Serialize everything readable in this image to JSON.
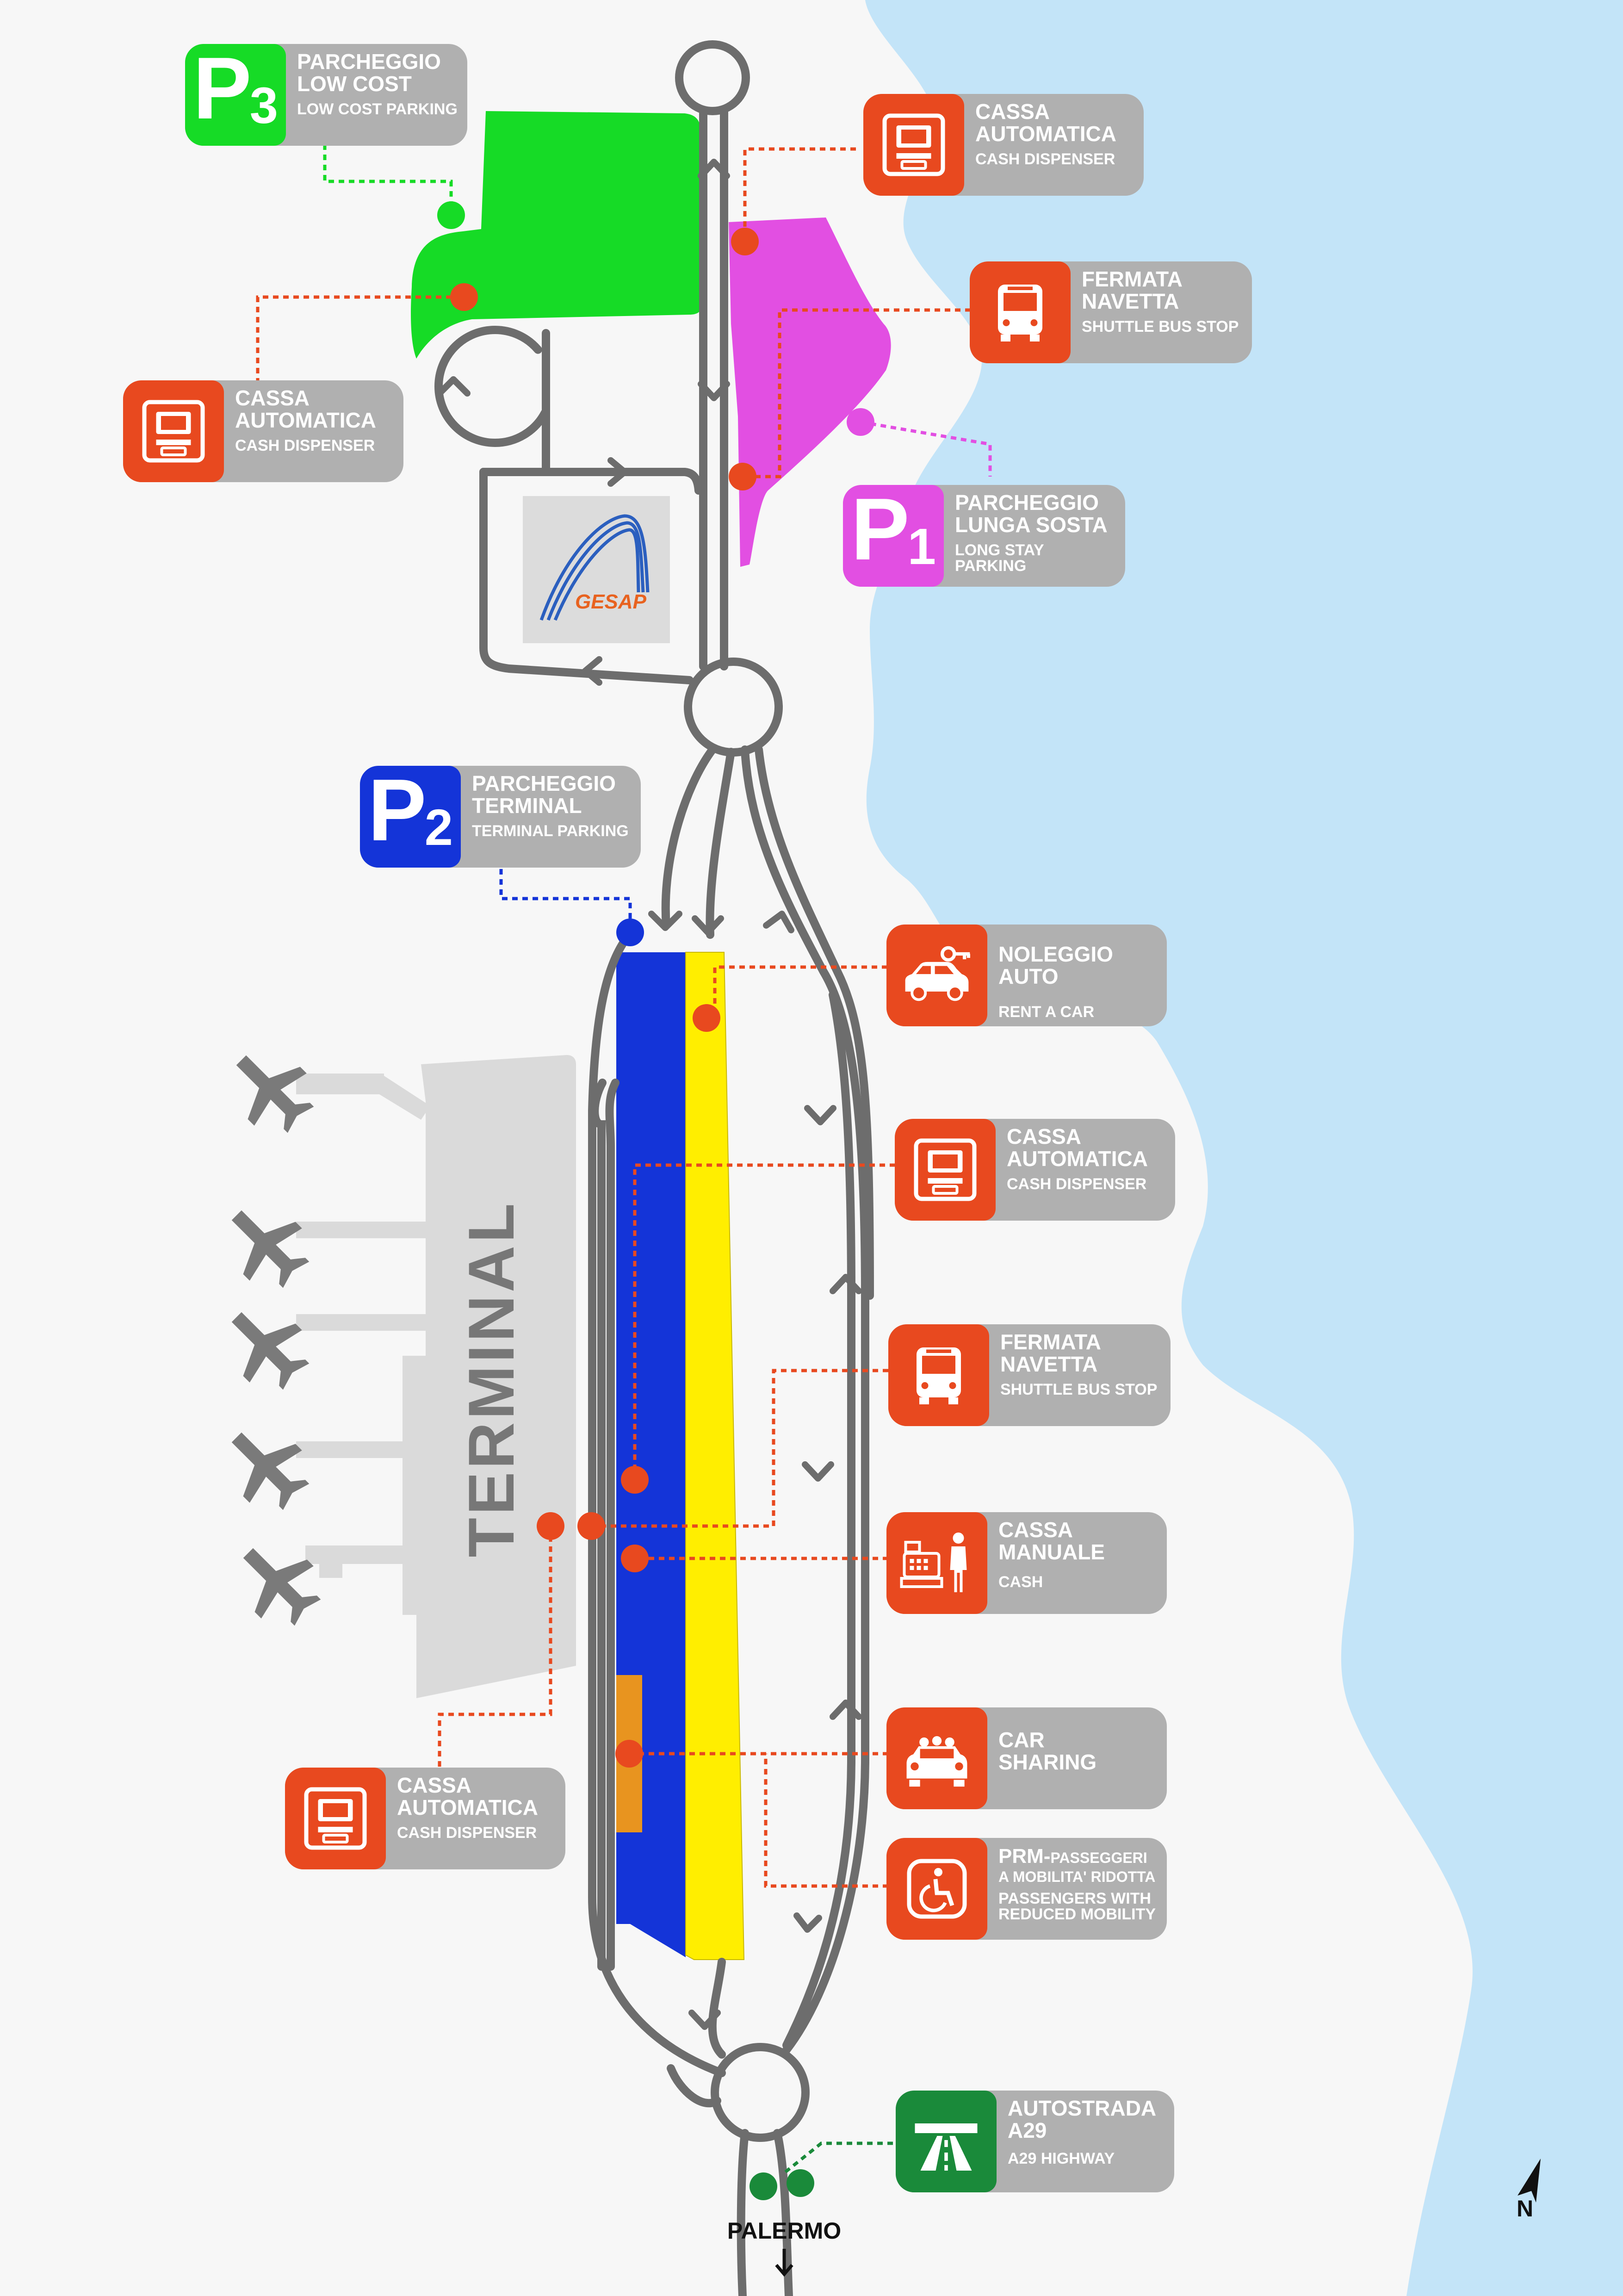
{
  "map": {
    "colors": {
      "sea": "#c3e4f8",
      "land": "#f7f7f7",
      "road": "#6d6d6d",
      "terminal": "#dadada",
      "p3": "#16db26",
      "p1": "#e24fe2",
      "p2": "#1434d8",
      "curb_yellow": "#ffee00",
      "car_sharing": "#e8941f",
      "service_orange": "#e8491f",
      "highway_green": "#1a8a3a",
      "card_grey": "#b0b0b0"
    },
    "terminal_label": "TERMINAL",
    "gesap_logo_text": "GESAP",
    "palermo_label": "PALERMO",
    "north_label": "N"
  },
  "parkings": {
    "p3": {
      "letter": "P",
      "number": "3",
      "title": "PARCHEGGIO LOW COST",
      "subtitle": "LOW COST PARKING"
    },
    "p1": {
      "letter": "P",
      "number": "1",
      "title": "PARCHEGGIO LUNGA SOSTA",
      "subtitle": "LONG STAY PARKING"
    },
    "p2": {
      "letter": "P",
      "number": "2",
      "title": "PARCHEGGIO TERMINAL",
      "subtitle": "TERMINAL PARKING"
    }
  },
  "services": {
    "cash_dispenser_title": "CASSA AUTOMATICA",
    "cash_dispenser_sub": "CASH DISPENSER",
    "shuttle_title": "FERMATA NAVETTA",
    "shuttle_sub": "SHUTTLE BUS STOP",
    "rent_title": "NOLEGGIO AUTO",
    "rent_sub": "RENT A CAR",
    "cash_manual_title": "CASSA MANUALE",
    "cash_manual_sub": "CASH",
    "car_sharing_title": "CAR SHARING",
    "prm_title_bold": "PRM-",
    "prm_title_rest": "PASSEGGERI A MOBILITA' RIDOTTA",
    "prm_sub": "PASSENGERS WITH REDUCED MOBILITY",
    "highway_title": "AUTOSTRADA A29",
    "highway_sub": "A29 HIGHWAY"
  }
}
